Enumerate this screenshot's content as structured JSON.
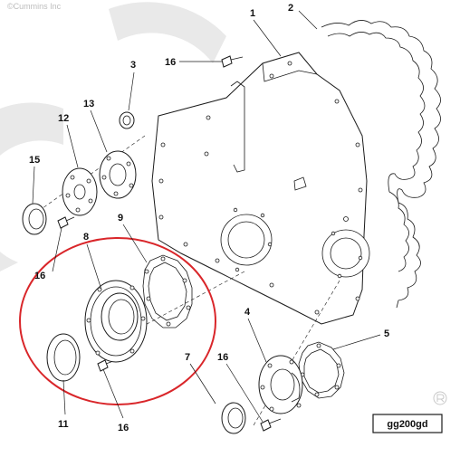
{
  "copyright": "©Cummins Inc",
  "reference_code": "gg200gd",
  "highlight_color": "#d9262a",
  "callouts": {
    "c1": "1",
    "c2": "2",
    "c3": "3",
    "c4": "4",
    "c5": "5",
    "c7": "7",
    "c8": "8",
    "c9": "9",
    "c11": "11",
    "c12": "12",
    "c13": "13",
    "c15": "15",
    "c16a": "16",
    "c16b": "16",
    "c16c": "16",
    "c16d": "16"
  }
}
